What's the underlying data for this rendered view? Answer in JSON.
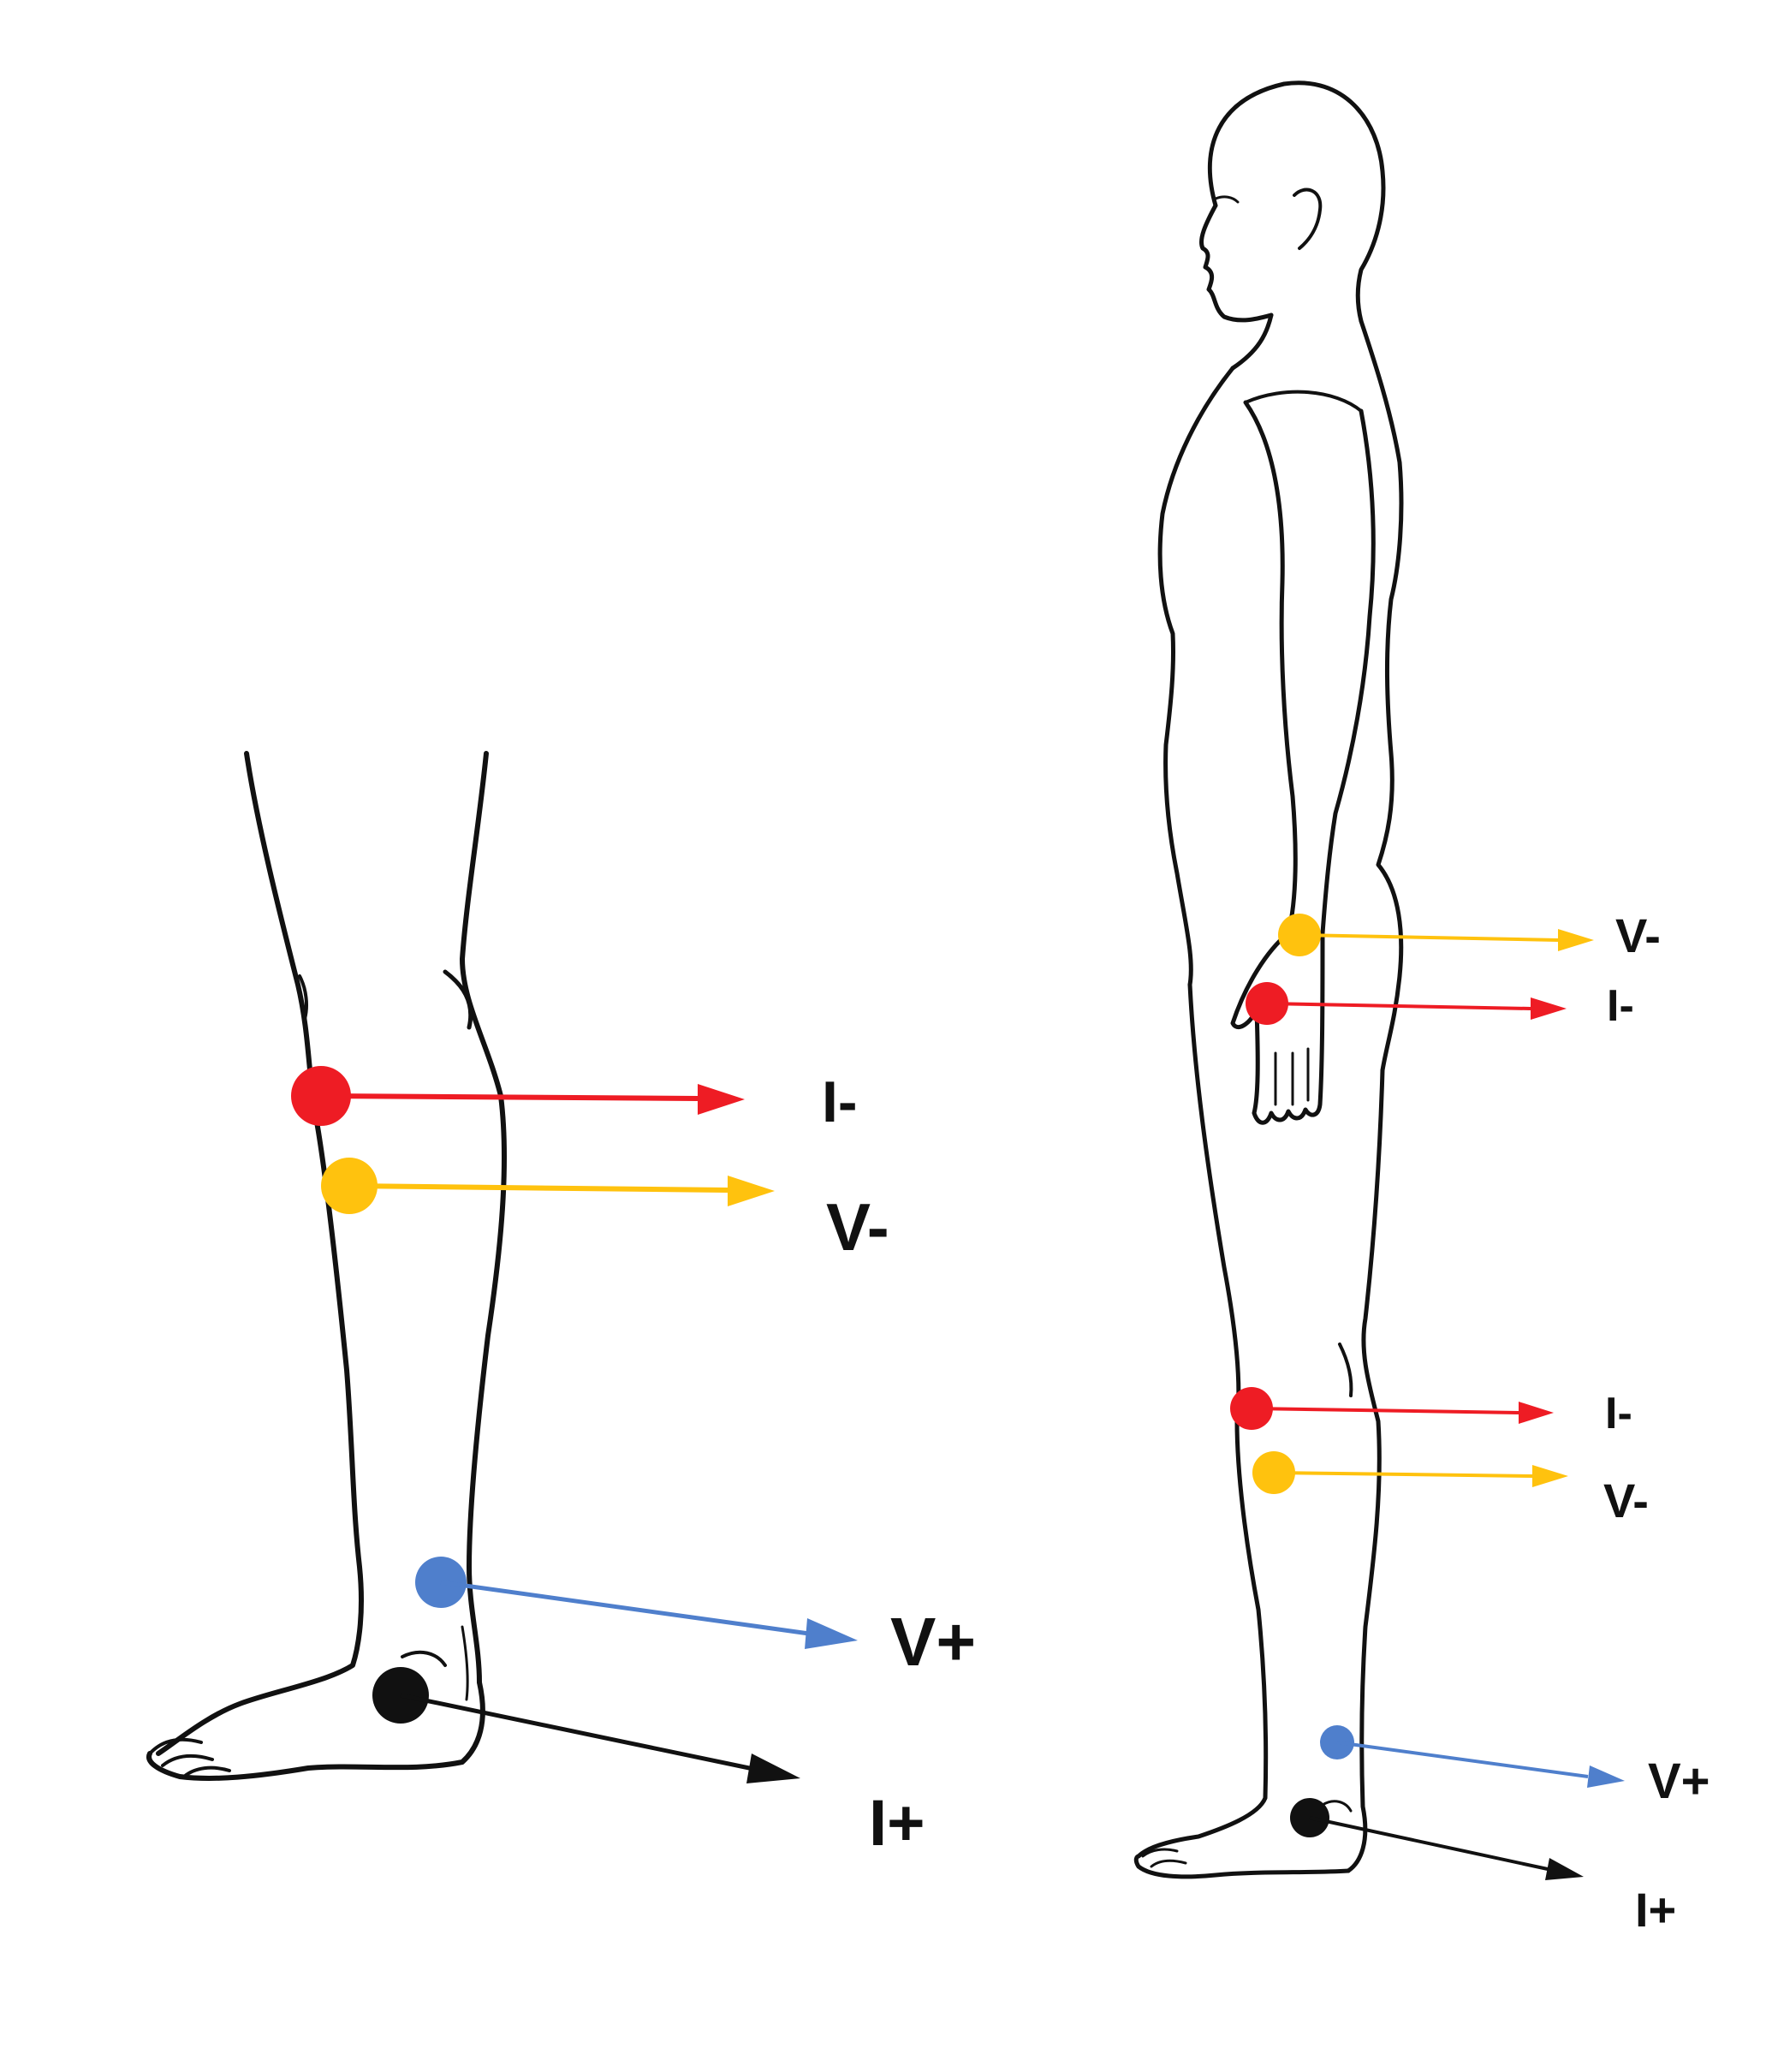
{
  "colors": {
    "current_negative": "#ee1c24",
    "voltage_negative": "#ffc20e",
    "voltage_positive": "#4f7fcc",
    "current_positive": "#111111",
    "outline": "#111111",
    "background": "#ffffff"
  },
  "leg_closeup": {
    "electrodes": [
      {
        "id": "i-minus",
        "color": "current_negative",
        "label": "I-"
      },
      {
        "id": "v-minus",
        "color": "voltage_negative",
        "label": "V-"
      },
      {
        "id": "v-plus",
        "color": "voltage_positive",
        "label": "V+"
      },
      {
        "id": "i-plus",
        "color": "current_positive",
        "label": "I+"
      }
    ]
  },
  "full_body": {
    "electrodes": [
      {
        "id": "hand-v-minus",
        "color": "voltage_negative",
        "label": "V-"
      },
      {
        "id": "hand-i-minus",
        "color": "current_negative",
        "label": "I-"
      },
      {
        "id": "knee-i-minus",
        "color": "current_negative",
        "label": "I-"
      },
      {
        "id": "knee-v-minus",
        "color": "voltage_negative",
        "label": "V-"
      },
      {
        "id": "ankle-v-plus",
        "color": "voltage_positive",
        "label": "V+"
      },
      {
        "id": "ankle-i-plus",
        "color": "current_positive",
        "label": "I+"
      }
    ]
  }
}
